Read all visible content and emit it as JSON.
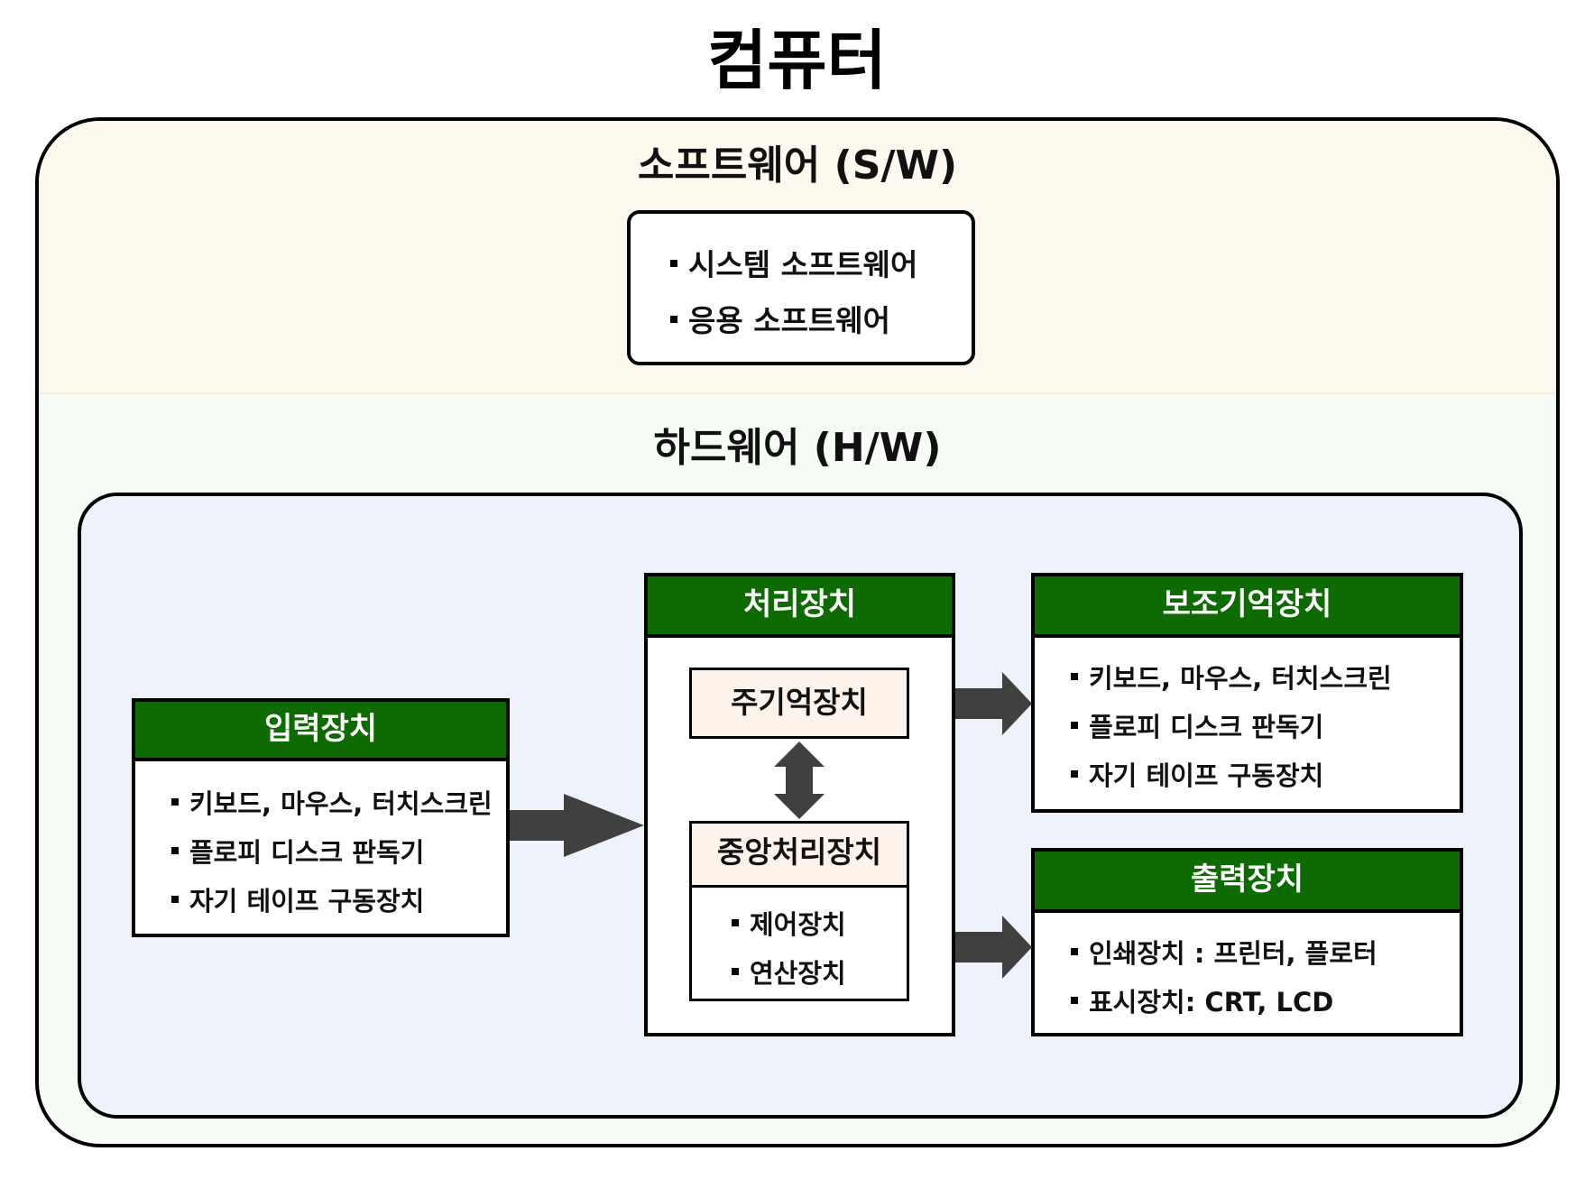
{
  "title": "컴퓨터",
  "software": {
    "title": "소프트웨어 (S/W)",
    "items": [
      "시스템 소프트웨어",
      "응용 소프트웨어"
    ]
  },
  "hardware": {
    "title": "하드웨어 (H/W)",
    "input": {
      "title": "입력장치",
      "items": [
        "키보드, 마우스, 터치스크린",
        "플로피 디스크 판독기",
        "자기 테이프 구동장치"
      ]
    },
    "processing": {
      "title": "처리장치",
      "main_memory": "주기억장치",
      "cpu": {
        "title": "중앙처리장치",
        "items": [
          "제어장치",
          "연산장치"
        ]
      }
    },
    "secondary": {
      "title": "보조기억장치",
      "items": [
        "키보드, 마우스, 터치스크린",
        "플로피 디스크 판독기",
        "자기 테이프 구동장치"
      ]
    },
    "output": {
      "title": "출력장치",
      "items": [
        "인쇄장치 : 프린터, 플로터",
        "표시장치: CRT, LCD"
      ]
    }
  },
  "colors": {
    "header_green": "#0e6b02",
    "arrow": "#404040",
    "software_bg": "#fdf9ef",
    "hardware_bg": "#f7fdf6",
    "inner_bg": "#eef3fb",
    "memory_bg": "#fdf3ea"
  }
}
